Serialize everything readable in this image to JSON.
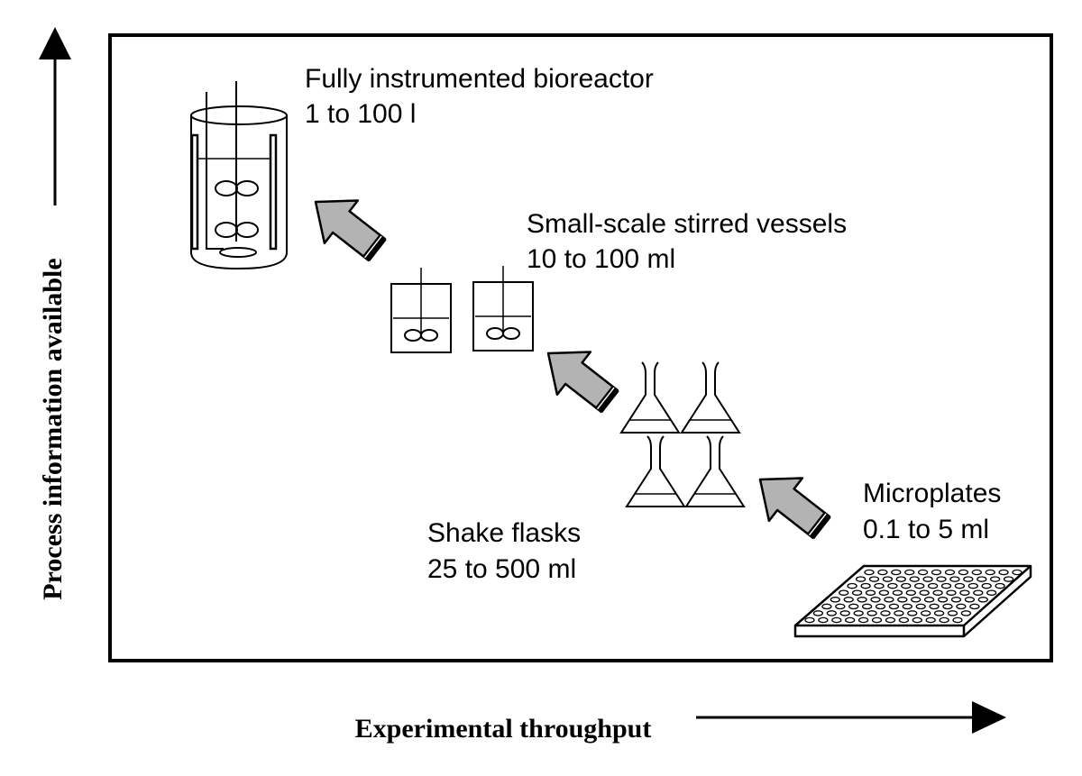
{
  "axes": {
    "y_label": "Process information available",
    "x_label": "Experimental throughput"
  },
  "stages": [
    {
      "id": "bioreactor",
      "name": "Fully instrumented bioreactor",
      "volume": "1 to 100 l"
    },
    {
      "id": "stirred-vessels",
      "name": "Small-scale stirred vessels",
      "volume": "10 to 100 ml"
    },
    {
      "id": "shake-flasks",
      "name": "Shake flasks",
      "volume": "25 to 500 ml"
    },
    {
      "id": "microplates",
      "name": "Microplates",
      "volume": "0.1 to 5 ml"
    }
  ],
  "colors": {
    "arrow_fill": "#b3b3b3",
    "stroke": "#000000",
    "background": "#ffffff"
  }
}
